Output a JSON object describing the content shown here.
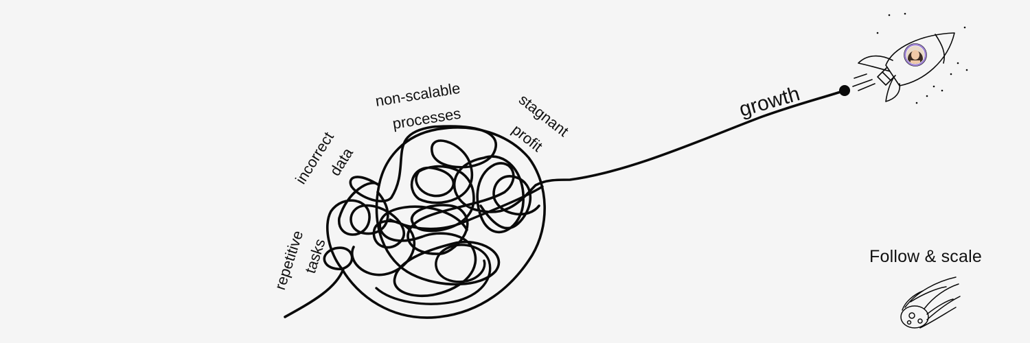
{
  "labels": {
    "repetitive": "repetitive",
    "tasks": "tasks",
    "incorrect": "incorrect",
    "data": "data",
    "non_scalable": "non-scalable",
    "processes": "processes",
    "stagnant": "stagnant",
    "profit": "profit",
    "growth": "growth"
  },
  "cta": {
    "text": "Follow & scale"
  },
  "icons": {
    "rocket": "rocket-icon",
    "comet": "comet-icon",
    "avatar": "avatar"
  },
  "colors": {
    "background": "#f5f5f5",
    "ink": "#0a0a0a",
    "avatar_ring": "#9b7fd1"
  }
}
